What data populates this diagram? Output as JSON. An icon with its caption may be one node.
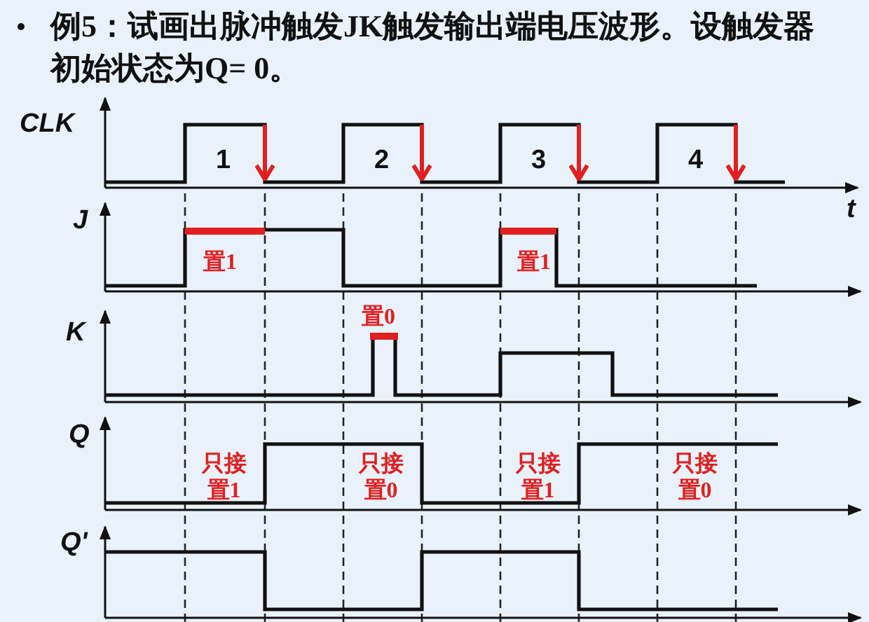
{
  "diagram": {
    "title": "例5：试画出脉冲触发JK触发输出端电压波形。设触发器初始状态为Q= 0。",
    "labels": [
      "CLK",
      "1",
      "2",
      "3",
      "4",
      "t",
      "J",
      "置1",
      "置1",
      "K",
      "置0",
      "Q",
      "只接置1",
      "只接置0",
      "只接置1",
      "只接置0",
      "Q'"
    ]
  }
}
